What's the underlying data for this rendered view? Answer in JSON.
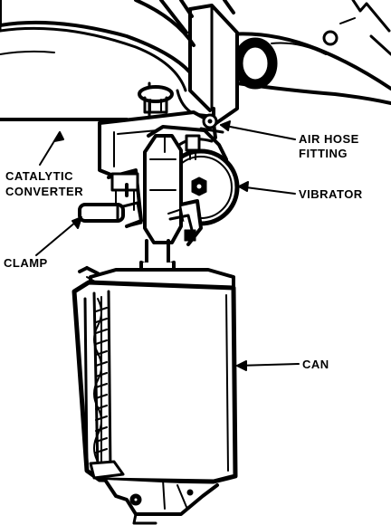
{
  "labels": {
    "catalytic_converter": [
      "CATALYTIC",
      "CONVERTER"
    ],
    "clamp": "CLAMP",
    "air_hose_fitting": [
      "AIR HOSE",
      "FITTING"
    ],
    "vibrator": "VIBRATOR",
    "can": "CAN"
  },
  "colors": {
    "ink": "#000000",
    "paper": "#ffffff"
  }
}
